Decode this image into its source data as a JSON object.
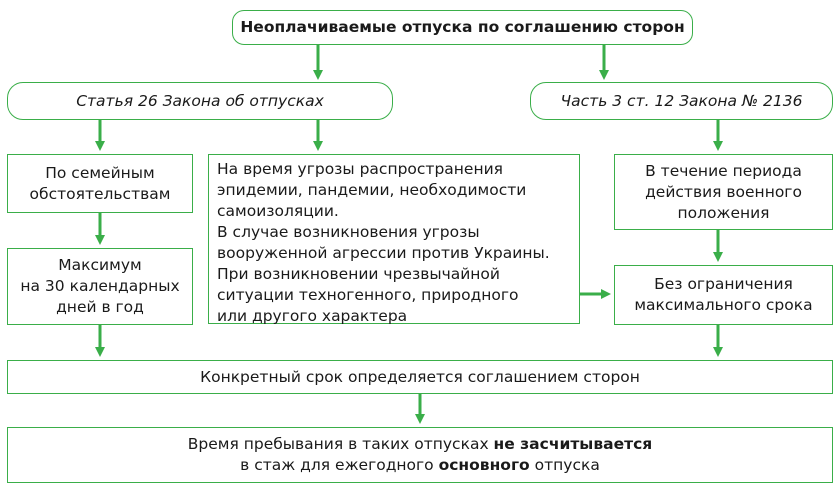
{
  "colors": {
    "accent": "#3aae49",
    "border": "#3aae49",
    "text": "#1a1a1a"
  },
  "top_title": "Неоплачиваемые отпуска по соглашению сторон",
  "left_branch": {
    "title": "Статья 26 Закона об отпусках",
    "family": [
      "По семейным",
      "обстоятельствам"
    ],
    "maximum": [
      "Максимум",
      "на 30 календарных",
      "дней в год"
    ],
    "cases": [
      "На время угрозы распространения",
      "эпидемии, пандемии, необходимости",
      "самоизоляции.",
      "В случае возникновения угрозы",
      "вооруженной агрессии против Украины.",
      "При возникновении чрезвычайной",
      "ситуации техногенного, природного",
      "или другого характера"
    ]
  },
  "right_branch": {
    "title": "Часть 3 ст. 12 Закона № 2136",
    "martial": [
      "В течение периода",
      "действия военного",
      "положения"
    ],
    "no_limit": [
      "Без ограничения",
      "максимального срока"
    ]
  },
  "agreement": "Конкретный срок определяется соглашением сторон",
  "final": {
    "line1_pre": "Время пребывания в таких отпусках ",
    "line1_bold": "не засчитывается",
    "line2_pre": "в стаж для ежегодного ",
    "line2_bold": "основного",
    "line2_post": " отпуска"
  }
}
